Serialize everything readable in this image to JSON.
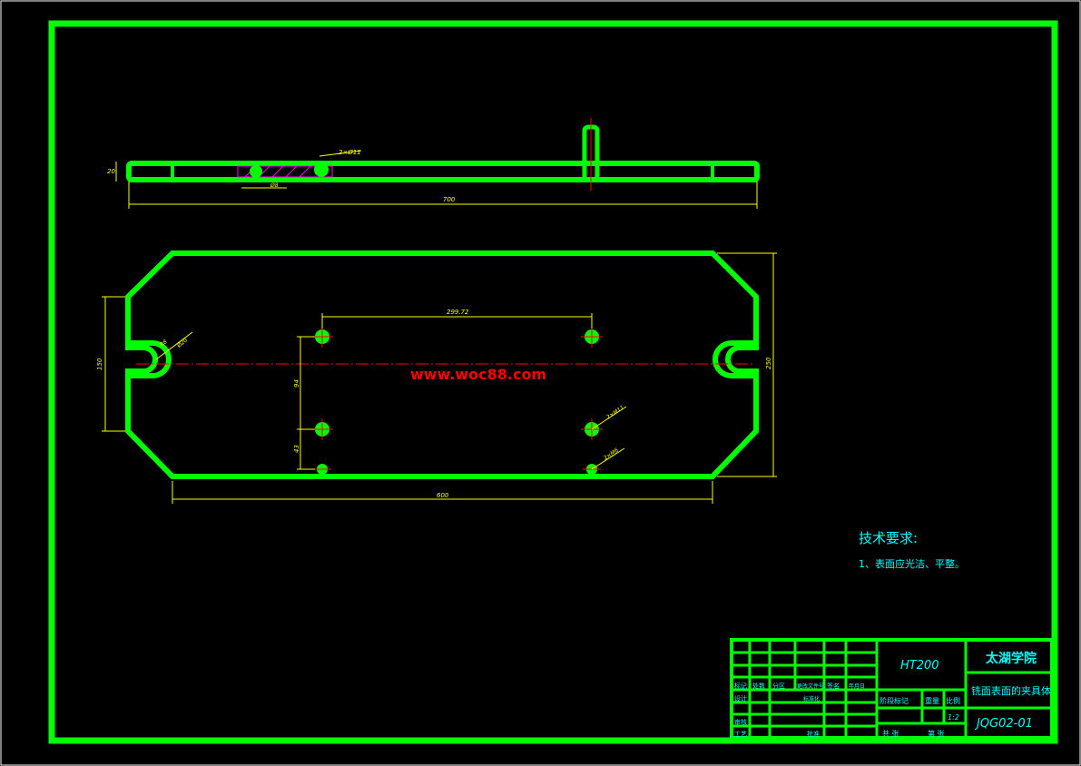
{
  "colors": {
    "background": "#000000",
    "outline": "#00ff00",
    "dimension": "#ffff00",
    "centerline": "#ff0000",
    "text_cyan": "#00ffff",
    "watermark": "#ff0000",
    "thin_border": "#ffffff"
  },
  "watermark": "www.woc88.com",
  "top_view": {
    "dim_length": "700",
    "dim_thickness": "20",
    "dim_hole_note": "2×Ø11",
    "dim_hole_small": "Ø8"
  },
  "plan_view": {
    "dim_hole_spacing": "299.72",
    "dim_length": "600",
    "dim_left_height": "150",
    "dim_right_height": "250",
    "dim_vertical_mid": "94",
    "dim_vertical_low": "43",
    "dim_slot_r": "R8",
    "dim_slot_d": "Ø20",
    "note_hole_m11": "2×M11",
    "note_hole_m6": "2×M6"
  },
  "tech_requirements": {
    "title": "技术要求:",
    "line1": "1、表面应光洁、平整。"
  },
  "title_block": {
    "material": "HT200",
    "school": "太湖学院",
    "part_name": "铣面表面的夹具体",
    "drawing_no": "JQG02-01",
    "scale": "1:2",
    "row_labels": [
      "标记",
      "处数",
      "分区",
      "更改文件号",
      "签名",
      "年月日"
    ],
    "designer": "设计",
    "standard": "标准化",
    "checker": "审核",
    "process": "工艺",
    "approve": "批准",
    "stage_labels": [
      "阶段标记",
      "重量",
      "比例"
    ],
    "sheet_labels": [
      "共 张",
      "第 张"
    ]
  }
}
